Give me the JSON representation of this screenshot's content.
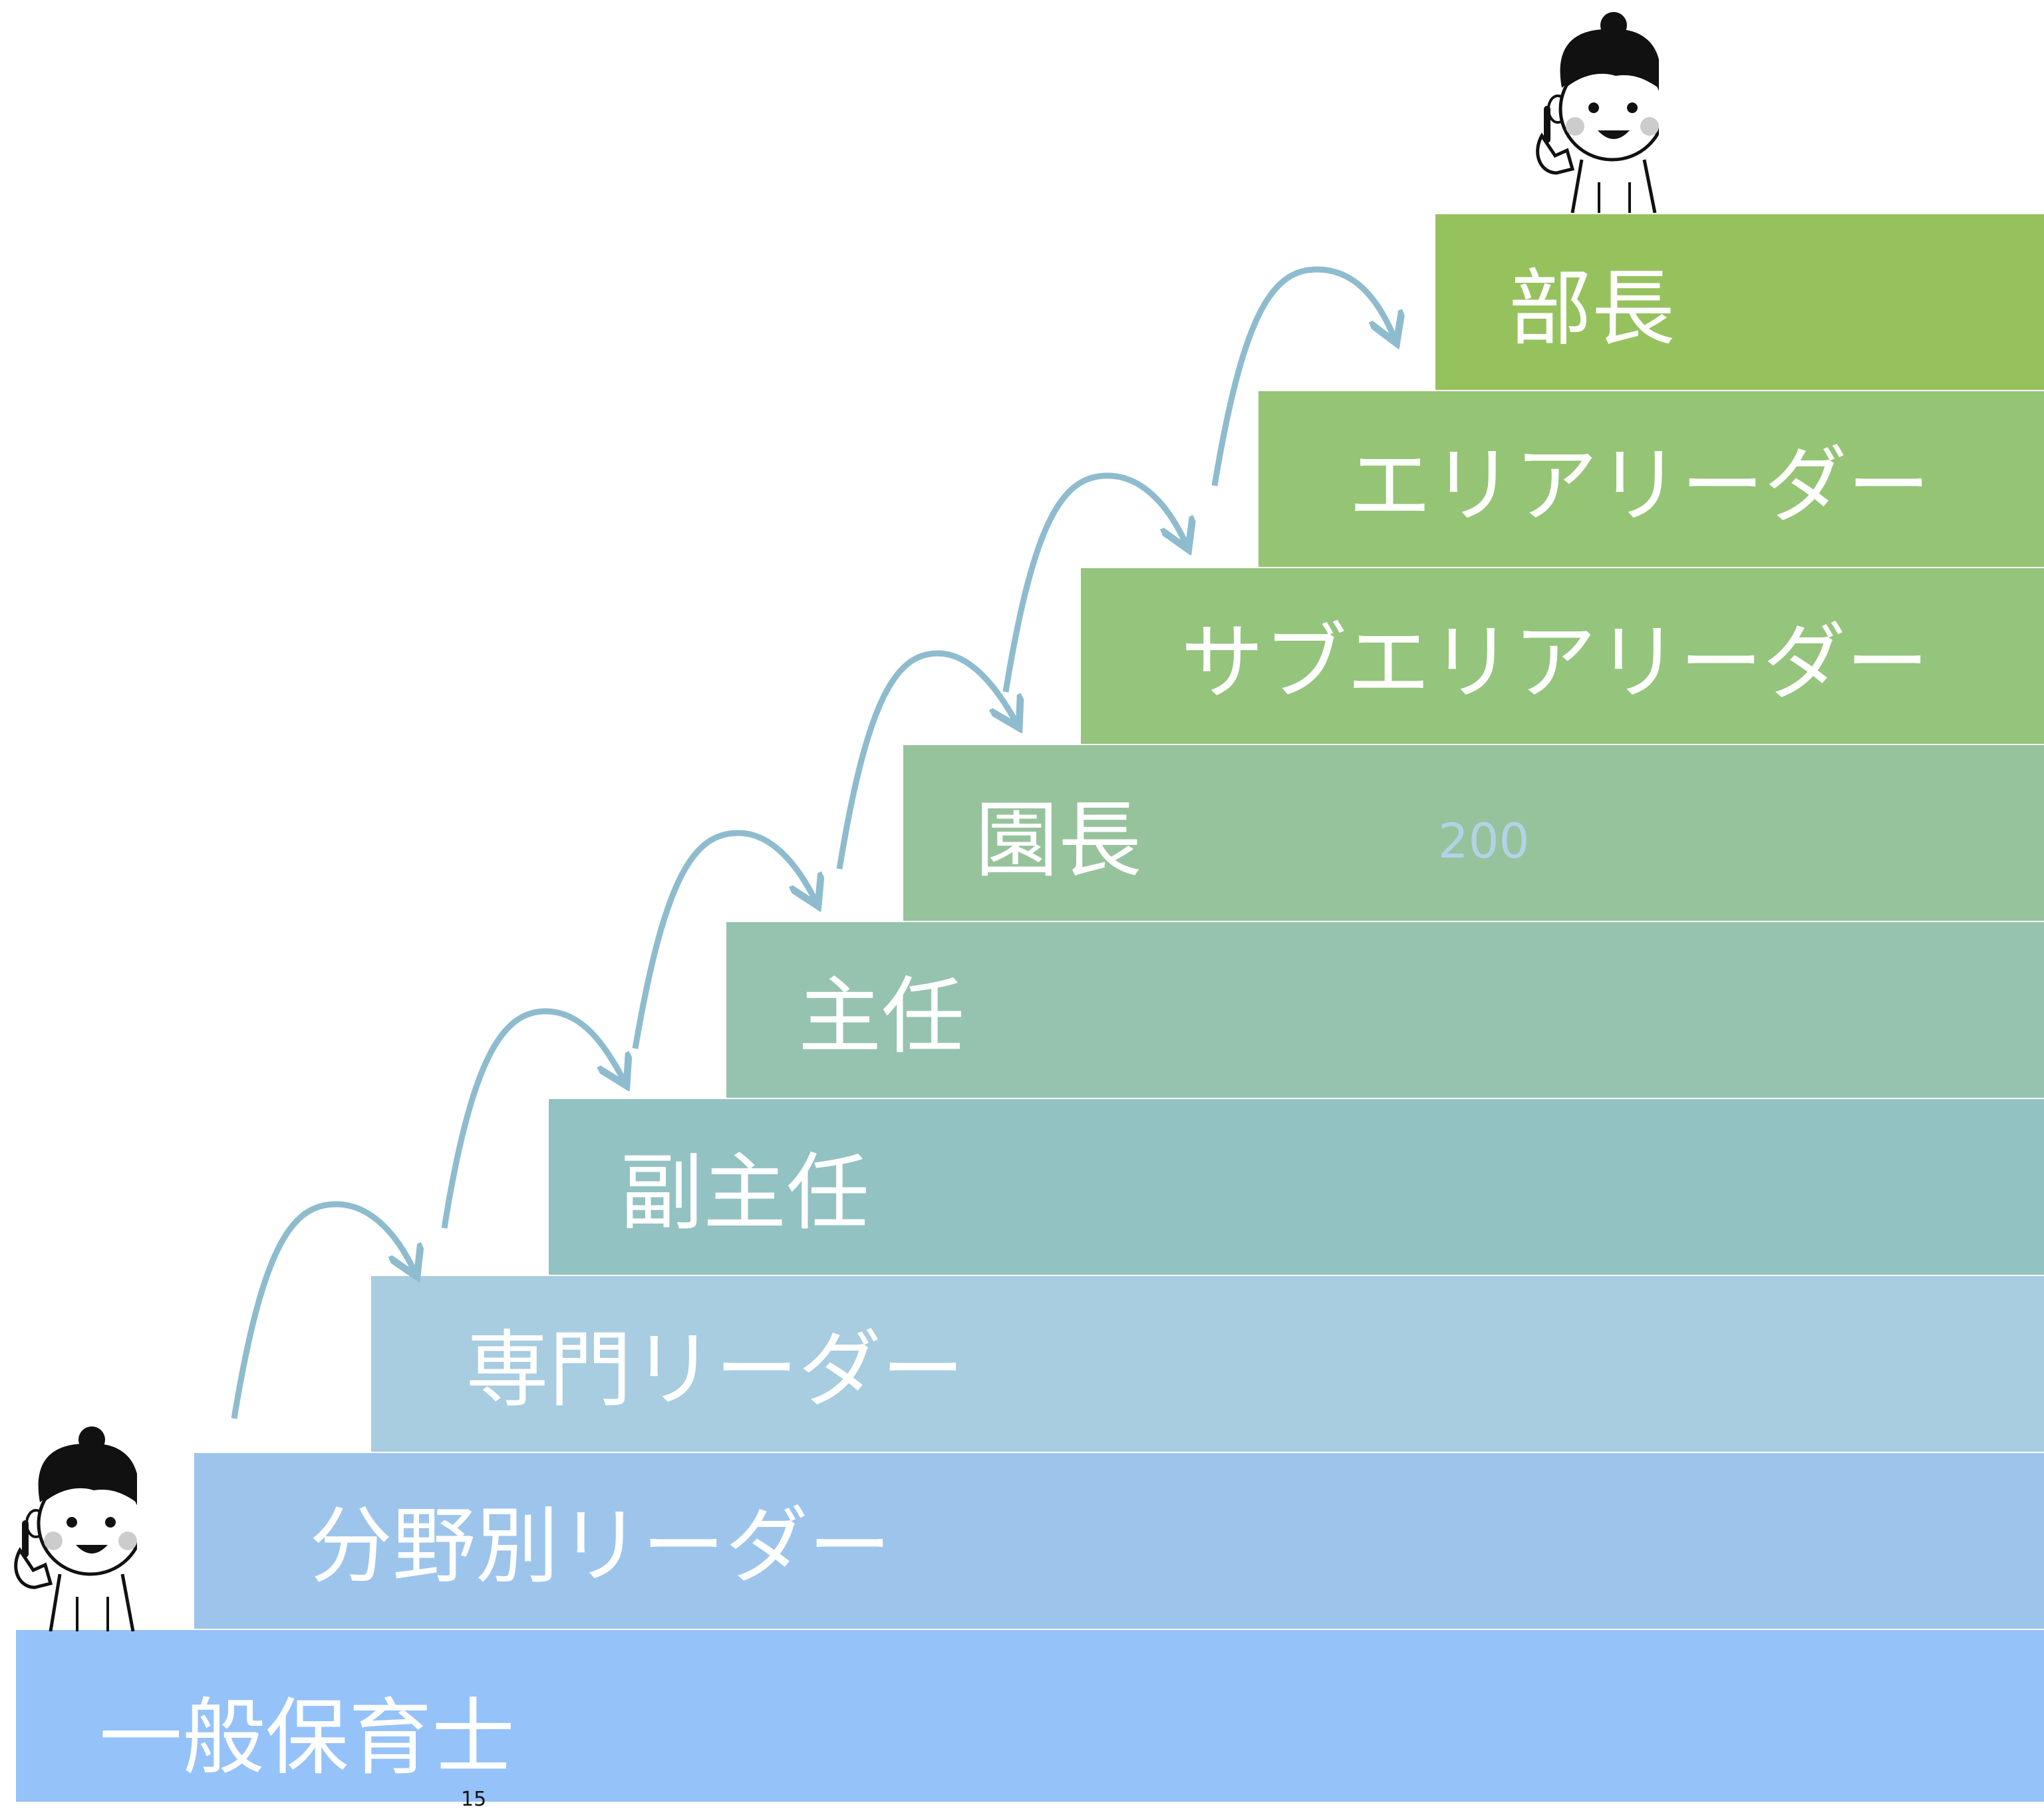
{
  "diagram": {
    "steps": [
      {
        "label": "一般保育士",
        "color": "#95c2f8"
      },
      {
        "label": "分野別リーダー",
        "color": "#9dc5ec"
      },
      {
        "label": "専門リーダー",
        "color": "#a8cce0"
      },
      {
        "label": "副主任",
        "color": "#93c2c2"
      },
      {
        "label": "主任",
        "color": "#95c3b0"
      },
      {
        "label": "園長",
        "color": "#96c39c"
      },
      {
        "label": "サブエリアリーダー",
        "color": "#95c47c"
      },
      {
        "label": "エリアリーダー",
        "color": "#95c474"
      },
      {
        "label": "部長",
        "color": "#96c25e"
      }
    ],
    "arrow_color": "#8ebcce",
    "figures": [
      "character-bottom",
      "character-top"
    ],
    "stray_labels": {
      "step_value": "200",
      "page_number": "15"
    }
  }
}
